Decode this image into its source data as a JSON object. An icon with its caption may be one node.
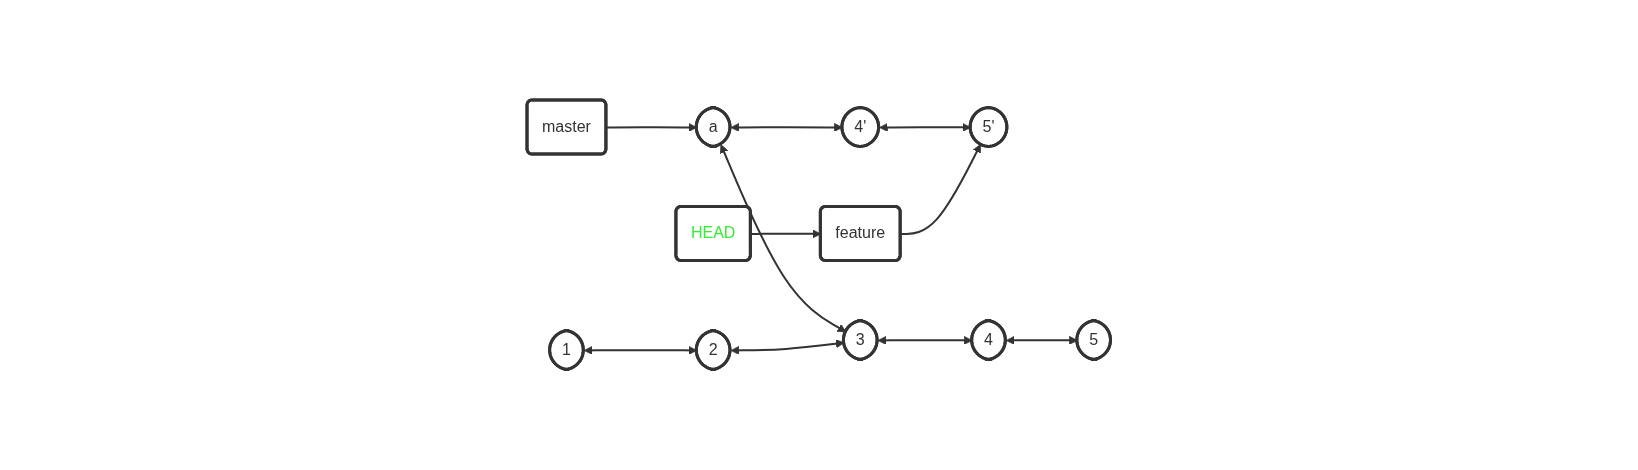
{
  "diagram": {
    "nodes": [
      {
        "text": [
          "master"
        ]
      },
      {
        "text": [
          "a"
        ]
      },
      {
        "text": [
          "4'"
        ]
      },
      {
        "text": [
          "5'"
        ]
      },
      {
        "text": [
          "feature"
        ]
      },
      {
        "text": [
          "HEAD"
        ]
      },
      {
        "text": [
          "1"
        ]
      },
      {
        "text": [
          "2"
        ]
      },
      {
        "text": [
          "3"
        ]
      },
      {
        "text": [
          "4"
        ]
      },
      {
        "text": [
          "5"
        ]
      }
    ],
    "edges": [
      {
        "from": 0,
        "to": 1,
        "arrow": "to"
      },
      {
        "from": 1,
        "to": 2,
        "arrow": "both"
      },
      {
        "from": 2,
        "to": 3,
        "arrow": "both"
      },
      {
        "from": 4,
        "to": 3,
        "arrow": "to"
      },
      {
        "from": 5,
        "to": 4,
        "arrow": "to"
      },
      {
        "from": 1,
        "to": 8,
        "arrow": "both"
      },
      {
        "from": 6,
        "to": 7,
        "arrow": "both"
      },
      {
        "from": 7,
        "to": 8,
        "arrow": "both"
      },
      {
        "from": 8,
        "to": 9,
        "arrow": "both"
      },
      {
        "from": 9,
        "to": 10,
        "arrow": "both"
      }
    ]
  }
}
